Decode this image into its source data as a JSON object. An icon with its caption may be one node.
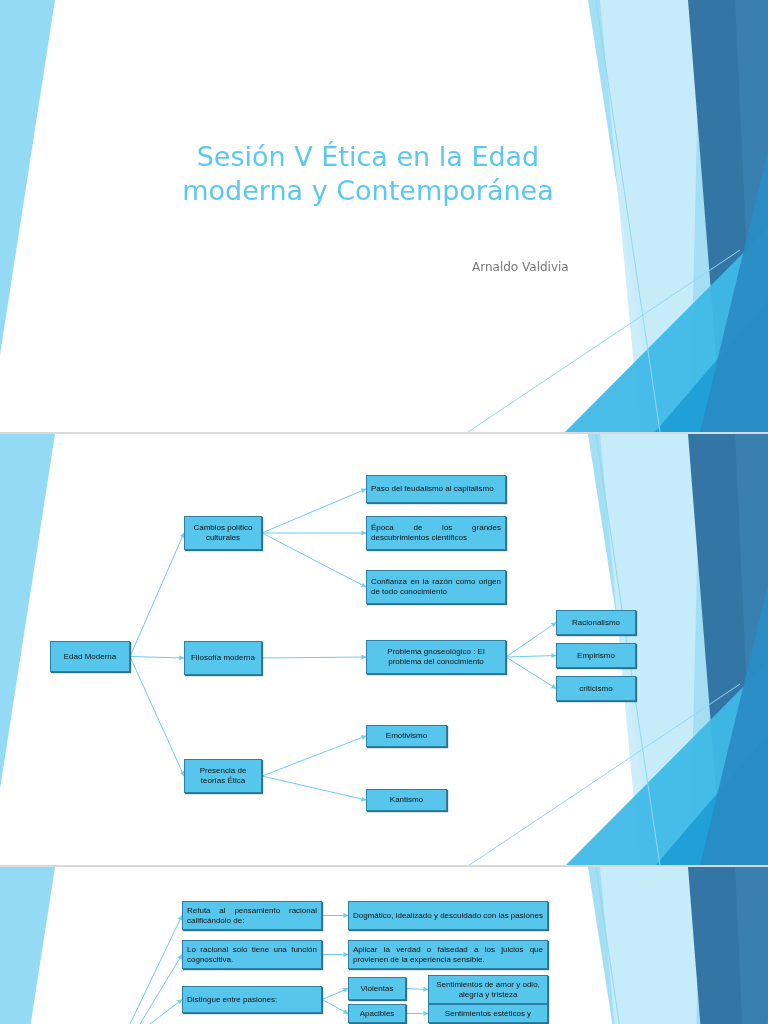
{
  "diagram": {
    "title": "Sesión V Ética en la Edad moderna y Contemporánea",
    "nodes": [
      {
        "text": [
          "Edad Moderna"
        ]
      },
      {
        "text": [
          "Cambios político culturales"
        ]
      },
      {
        "text": [
          "Filosofía moderna"
        ]
      },
      {
        "text": [
          "Presencia de teorías Ética"
        ]
      },
      {
        "text": [
          "Paso del feudalismo al capitalismo"
        ]
      },
      {
        "text": [
          "Época de los grandes descubrimientos científicos"
        ]
      },
      {
        "text": [
          "Confianza en la razón como origen de todo conocimiento"
        ]
      },
      {
        "text": [
          "Problema gnoseológico : El problema del conocimiento"
        ]
      },
      {
        "text": [
          "Racionalismo"
        ]
      },
      {
        "text": [
          "Empirismo"
        ]
      },
      {
        "text": [
          "criticismo"
        ]
      },
      {
        "text": [
          "Emotivismo"
        ]
      },
      {
        "text": [
          "Kantismo"
        ]
      },
      {
        "text": [
          "Refuta al pensamiento racional calificándolo de:"
        ]
      },
      {
        "text": [
          "Dogmático, idealizado y descuidado con las pasiones"
        ]
      },
      {
        "text": [
          "Lo racional solo tiene una función cognoscitiva."
        ]
      },
      {
        "text": [
          "Aplicar la verdad o falsedad a los juicios que provienen de la experiencia sensible."
        ]
      },
      {
        "text": [
          "Distingue entre pasiones:"
        ]
      },
      {
        "text": [
          "Violentas"
        ]
      },
      {
        "text": [
          "Sentimientos de amor y odio, alegría y tristeza"
        ]
      },
      {
        "text": [
          "Apacibles"
        ]
      },
      {
        "text": [
          "Sentimientos estéticos y"
        ]
      }
    ],
    "edges": [
      {
        "from": 0,
        "to": 1,
        "arrow": "to"
      },
      {
        "from": 0,
        "to": 2,
        "arrow": "to"
      },
      {
        "from": 0,
        "to": 3,
        "arrow": "to"
      },
      {
        "from": 1,
        "to": 4,
        "arrow": "to"
      },
      {
        "from": 1,
        "to": 5,
        "arrow": "to"
      },
      {
        "from": 1,
        "to": 6,
        "arrow": "to"
      },
      {
        "from": 2,
        "to": 7,
        "arrow": "to"
      },
      {
        "from": 7,
        "to": 8,
        "arrow": "to"
      },
      {
        "from": 7,
        "to": 9,
        "arrow": "to"
      },
      {
        "from": 7,
        "to": 10,
        "arrow": "to"
      },
      {
        "from": 3,
        "to": 11,
        "arrow": "to"
      },
      {
        "from": 3,
        "to": 12,
        "arrow": "to"
      },
      {
        "from": null,
        "to": 13,
        "arrow": "to"
      },
      {
        "from": null,
        "to": 15,
        "arrow": "to"
      },
      {
        "from": null,
        "to": 17,
        "arrow": "to"
      },
      {
        "from": 13,
        "to": 14,
        "arrow": "to"
      },
      {
        "from": 15,
        "to": 16,
        "arrow": "to"
      },
      {
        "from": 17,
        "to": 18,
        "arrow": "to"
      },
      {
        "from": 17,
        "to": 20,
        "arrow": "to"
      },
      {
        "from": 18,
        "to": 19,
        "arrow": "to"
      },
      {
        "from": 20,
        "to": 21,
        "arrow": "to"
      }
    ],
    "labels": [
      "Arnaldo Valdivia"
    ]
  }
}
